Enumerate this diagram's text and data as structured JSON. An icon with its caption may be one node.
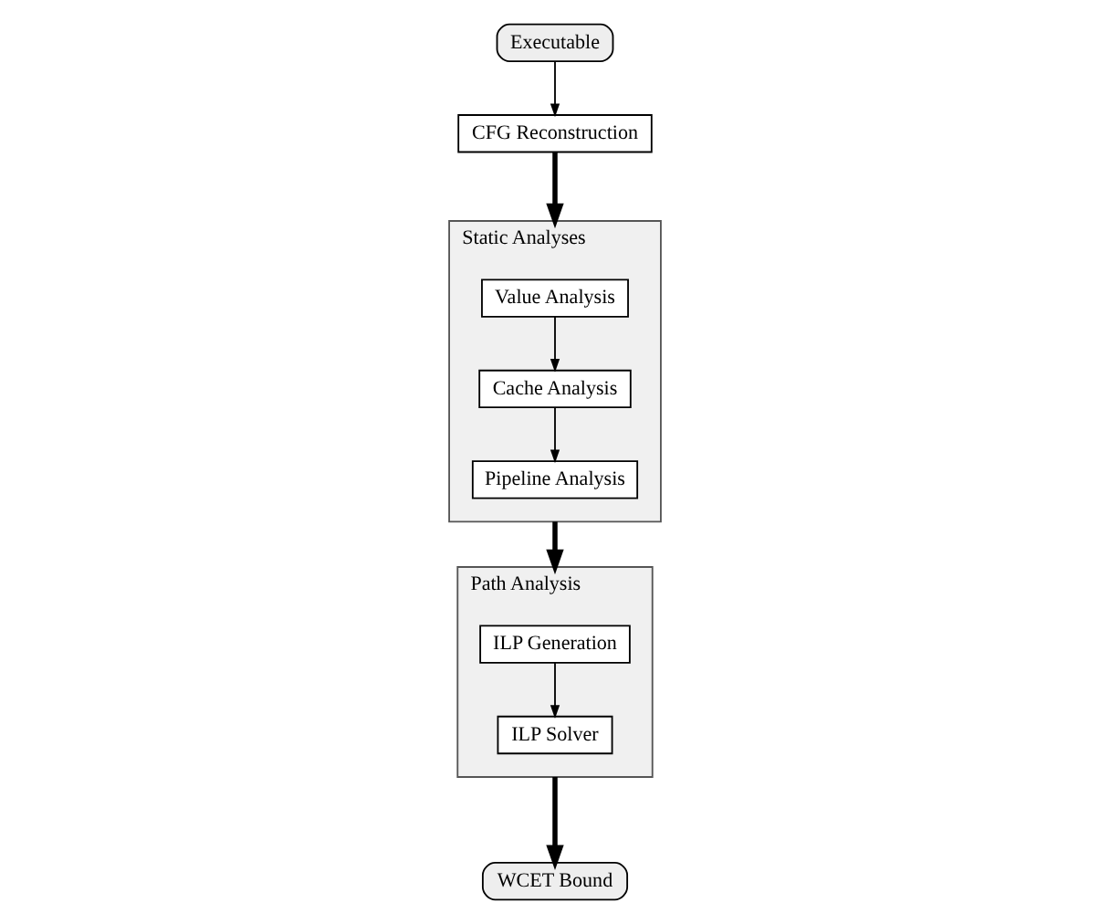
{
  "diagram": {
    "nodes": [
      {
        "text": [
          "Executable"
        ]
      },
      {
        "text": [
          "CFG Reconstruction"
        ]
      },
      {
        "text": [
          "Static Analyses"
        ]
      },
      {
        "text": [
          "Value Analysis"
        ],
        "in": 2
      },
      {
        "text": [
          "Cache Analysis"
        ],
        "in": 2
      },
      {
        "text": [
          "Pipeline Analysis"
        ],
        "in": 2
      },
      {
        "text": [
          "Path Analysis"
        ]
      },
      {
        "text": [
          "ILP Generation"
        ],
        "in": 6
      },
      {
        "text": [
          "ILP Solver"
        ],
        "in": 6
      },
      {
        "text": [
          "WCET Bound"
        ]
      }
    ],
    "edges": [
      {
        "from": 0,
        "to": 1,
        "arrow": "to"
      },
      {
        "from": 1,
        "to": 2,
        "arrow": "to",
        "style": "thick"
      },
      {
        "from": 3,
        "to": 4,
        "arrow": "to"
      },
      {
        "from": 4,
        "to": 5,
        "arrow": "to"
      },
      {
        "from": 2,
        "to": 6,
        "arrow": "to",
        "style": "thick"
      },
      {
        "from": 7,
        "to": 8,
        "arrow": "to"
      },
      {
        "from": 6,
        "to": 9,
        "arrow": "to",
        "style": "thick"
      }
    ]
  }
}
